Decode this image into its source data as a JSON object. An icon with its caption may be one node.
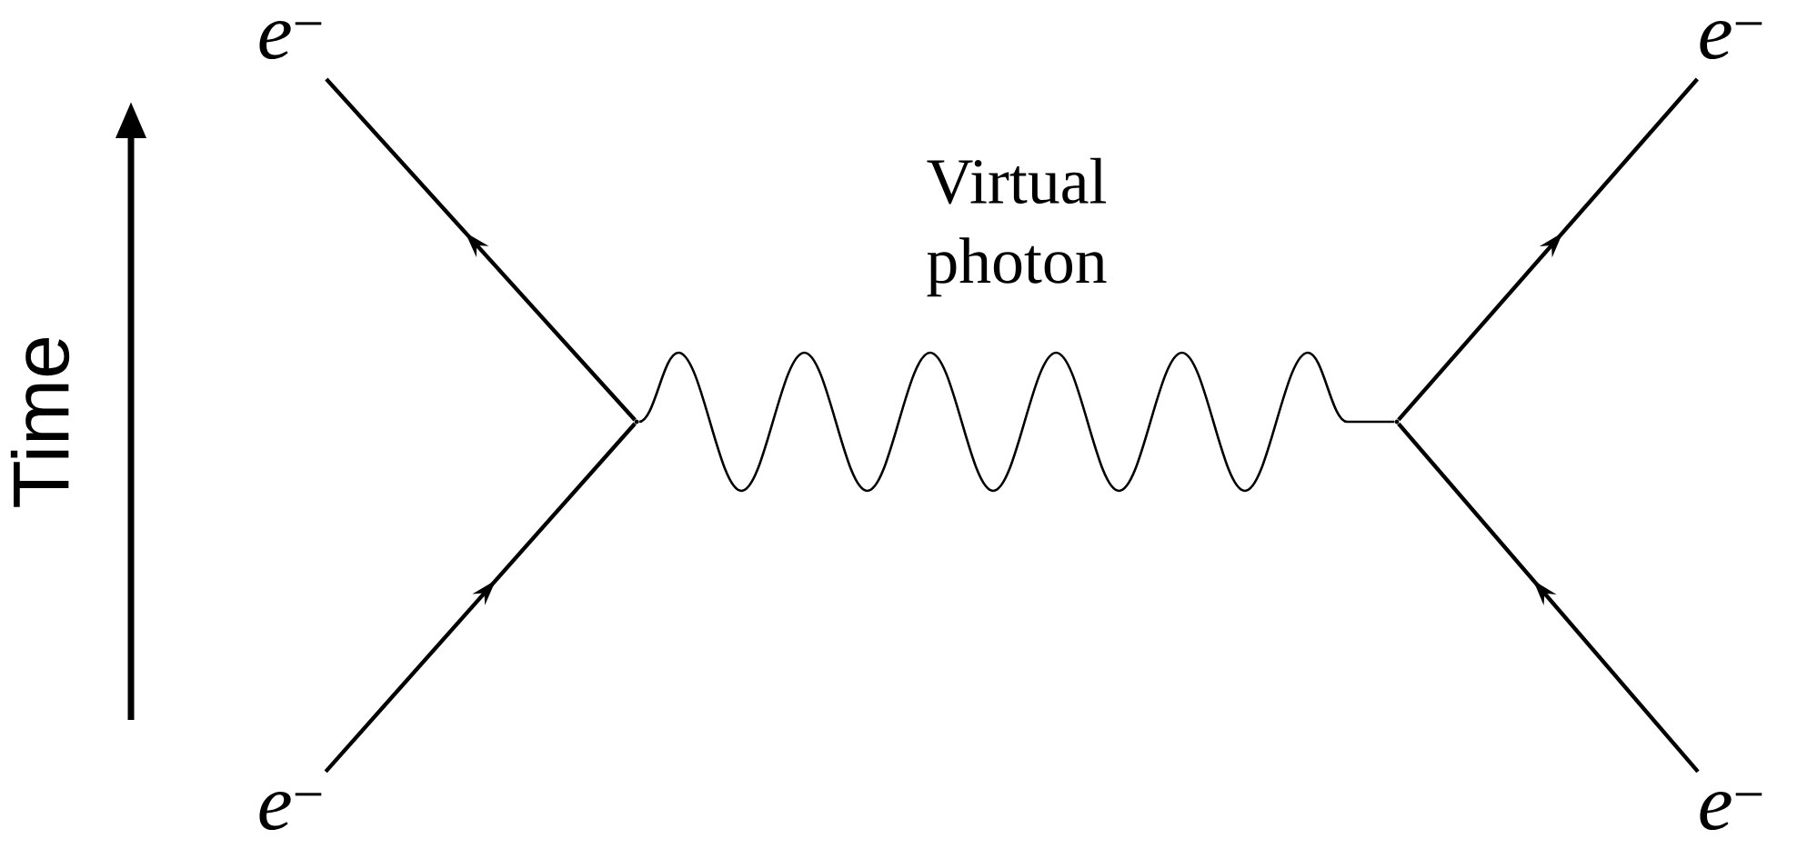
{
  "diagram": {
    "nodes": [
      {
        "text": [
          "*e*$^{−}$"
        ]
      },
      {
        "text": [
          "*e*$^{−}$"
        ]
      },
      {
        "text": [
          "*e*$^{−}$"
        ]
      },
      {
        "text": [
          "*e*$^{−}$"
        ]
      },
      {
        "text": [],
        "shape": "point"
      },
      {
        "text": [],
        "shape": "point"
      }
    ],
    "edges": [
      {
        "from": 1,
        "to": 4,
        "arrow": "to"
      },
      {
        "from": 4,
        "to": 0,
        "arrow": "to"
      },
      {
        "from": 3,
        "to": 5,
        "arrow": "to"
      },
      {
        "from": 5,
        "to": 2,
        "arrow": "to"
      },
      {
        "from": 4,
        "to": 5,
        "arrow": "none",
        "label": "Virtual photon"
      }
    ],
    "labels": [
      "Time"
    ]
  }
}
